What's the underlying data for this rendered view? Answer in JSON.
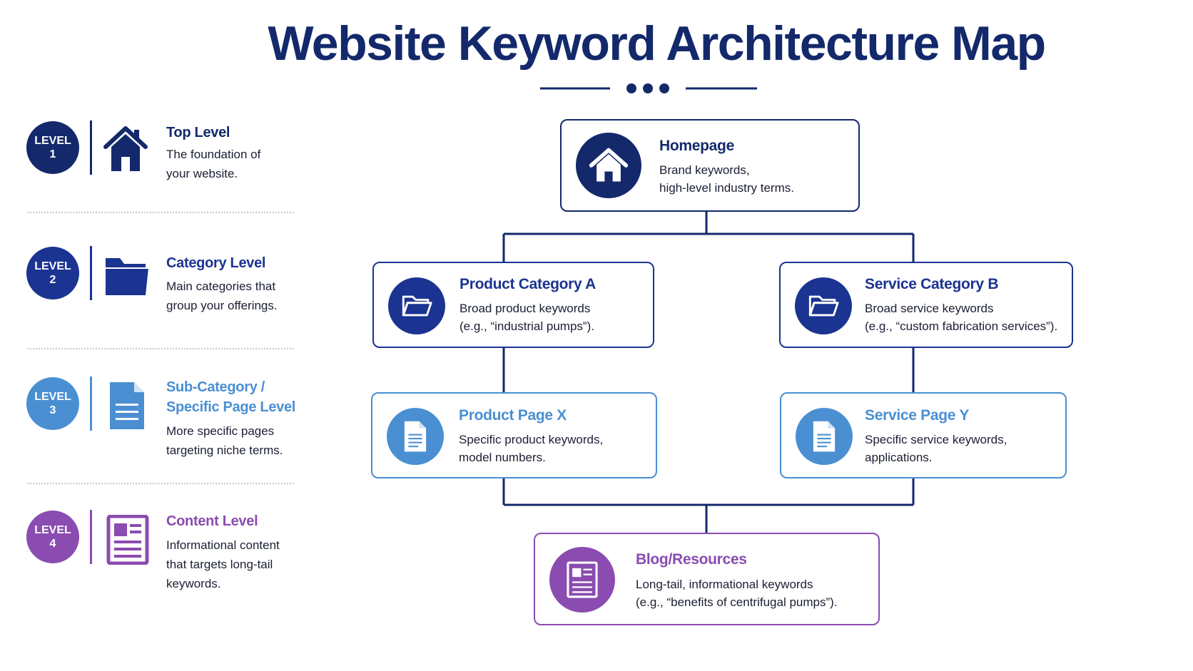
{
  "title": "Website Keyword Architecture Map",
  "colors": {
    "navy": "#13296b",
    "royal": "#1b3391",
    "light_blue": "#4a8fd2",
    "purple": "#8a4cb0",
    "connector": "#13296b"
  },
  "levels": [
    {
      "badge_word": "LEVEL",
      "number": "1",
      "title": "Top Level",
      "desc": "The foundation of\nyour website.",
      "icon": "house-icon"
    },
    {
      "badge_word": "LEVEL",
      "number": "2",
      "title": "Category Level",
      "desc": "Main categories that\ngroup your offerings.",
      "icon": "folder-icon"
    },
    {
      "badge_word": "LEVEL",
      "number": "3",
      "title": "Sub-Category /\nSpecific Page Level",
      "desc": "More specific pages\ntargeting niche terms.",
      "icon": "document-icon"
    },
    {
      "badge_word": "LEVEL",
      "number": "4",
      "title": "Content Level",
      "desc": "Informational content\nthat targets long-tail\nkeywords.",
      "icon": "article-icon"
    }
  ],
  "nodes": {
    "homepage": {
      "title": "Homepage",
      "desc": "Brand keywords,\nhigh-level industry terms.",
      "icon": "house-icon"
    },
    "product_category": {
      "title": "Product Category A",
      "desc": "Broad product keywords\n(e.g., “industrial pumps”).",
      "icon": "folder-icon"
    },
    "service_category": {
      "title": "Service Category B",
      "desc": "Broad service keywords\n(e.g., “custom fabrication services”).",
      "icon": "folder-icon"
    },
    "product_page": {
      "title": "Product Page X",
      "desc": "Specific product keywords,\nmodel numbers.",
      "icon": "document-icon"
    },
    "service_page": {
      "title": "Service Page Y",
      "desc": "Specific service keywords,\napplications.",
      "icon": "document-icon"
    },
    "blog": {
      "title": "Blog/Resources",
      "desc": "Long-tail, informational keywords\n(e.g., “benefits of centrifugal pumps”).",
      "icon": "article-icon"
    }
  }
}
